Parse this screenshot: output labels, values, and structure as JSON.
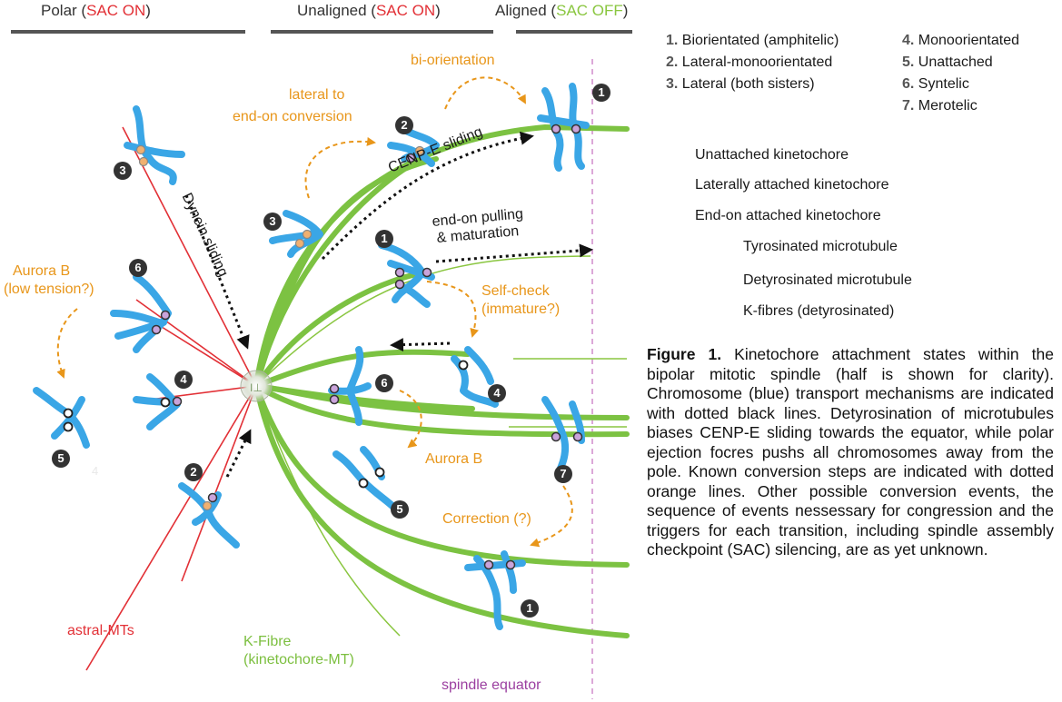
{
  "headers": {
    "polar": {
      "prefix": "Polar (",
      "state": "SAC ON",
      "suffix": ")"
    },
    "unaligned": {
      "prefix": "Unaligned (",
      "state": "SAC ON",
      "suffix": ")"
    },
    "aligned": {
      "prefix": "Aligned (",
      "state": "SAC OFF",
      "suffix": ")"
    }
  },
  "labels": {
    "bi_orientation": "bi-orientation",
    "lateral_to_endon_1": "lateral to",
    "lateral_to_endon_2": "end-on conversion",
    "cenpe_sliding": "CENP-E sliding",
    "dynein_sliding": "Dynein sliding",
    "endon_pulling_1": "end-on pulling",
    "endon_pulling_2": "& maturation",
    "aurora_low_1": "Aurora B",
    "aurora_low_2": "(low tension?)",
    "self_check_1": "Self-check",
    "self_check_2": "(immature?)",
    "aurora_b": "Aurora B",
    "correction": "Correction (?)",
    "astral_mts": "astral-MTs",
    "kfibre_1": "K-Fibre",
    "kfibre_2": "(kinetochore-MT)",
    "spindle_equator": "spindle equator",
    "faint_4": "4"
  },
  "badges": [
    "1",
    "2",
    "3",
    "3",
    "2",
    "1",
    "6",
    "4",
    "6",
    "4",
    "5",
    "5",
    "2",
    "7",
    "1"
  ],
  "attachment_states": [
    {
      "num": "1.",
      "text": "Biorientated (amphitelic)"
    },
    {
      "num": "2.",
      "text": "Lateral-monoorientated"
    },
    {
      "num": "3.",
      "text": "Lateral (both sisters)"
    },
    {
      "num": "4.",
      "text": "Monoorientated"
    },
    {
      "num": "5.",
      "text": "Unattached"
    },
    {
      "num": "6.",
      "text": "Syntelic"
    },
    {
      "num": "7.",
      "text": "Merotelic"
    }
  ],
  "legend": {
    "unattached": "Unattached kinetochore",
    "lateral": "Laterally attached kinetochore",
    "endon": "End-on attached kinetochore",
    "tyrosinated": "Tyrosinated microtubule",
    "detyrosinated": "Detyrosinated microtubule",
    "kfibres": "K-fibres (detyrosinated)"
  },
  "colors": {
    "chromosome": "#3aa6e6",
    "kfibre": "#7cbf3f",
    "tyrosinated": "#e23036",
    "conversion": "#e8961a",
    "equator": "#c77fc4",
    "endon_kinetochore": "#c08acd",
    "lateral_kinetochore": "#f0b070"
  },
  "caption": {
    "figure_label": "Figure 1.",
    "text": " Kinetochore attachment states within the bipolar mitotic spindle (half is shown for clarity). Chromosome (blue) transport mechanisms are indicated with dotted black lines. Detyrosination of microtubules biases CENP-E sliding towards the equator, while polar ejection focres pushs all chromosomes away from the pole. Known conversion steps are indicated with dotted orange lines. Other possible conversion events, the sequence of events nessessary for congression and the triggers for each transition, including  spindle assembly checkpoint (SAC) silencing, are as yet unknown."
  }
}
